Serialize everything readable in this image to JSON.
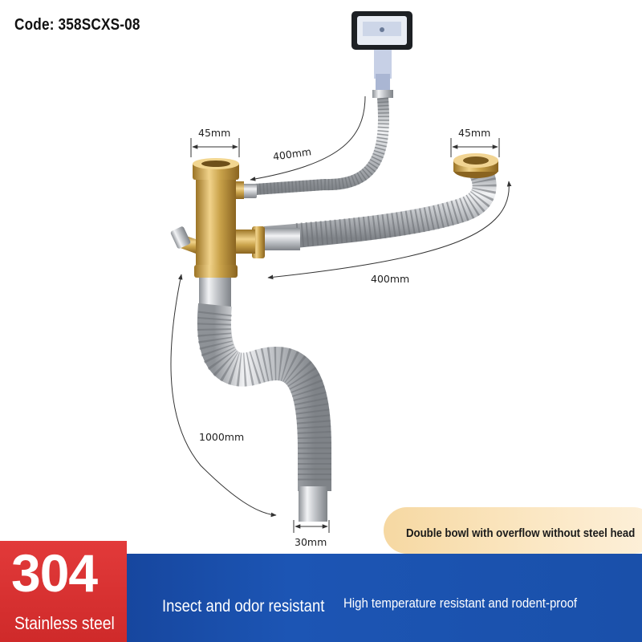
{
  "header": {
    "code_label": "Code: 358SCXS-08"
  },
  "dimensions": {
    "top_left_width": "45mm",
    "top_right_width": "45mm",
    "overflow_hose_length": "400mm",
    "side_hose_length": "400mm",
    "main_hose_length": "1000mm",
    "outlet_diameter": "30mm"
  },
  "variant_pill": {
    "label": "Double bowl with overflow without steel head"
  },
  "badge": {
    "number": "304",
    "label": "Stainless steel"
  },
  "features": [
    "Insect and odor resistant",
    "High temperature resistant and rodent-proof"
  ],
  "colors": {
    "brass": "#c9a24a",
    "chrome": "#c8cbd0",
    "badge_red": "#d92f2f",
    "band_blue": "#1a4fa8",
    "pill_cream": "#f8e2b6"
  }
}
